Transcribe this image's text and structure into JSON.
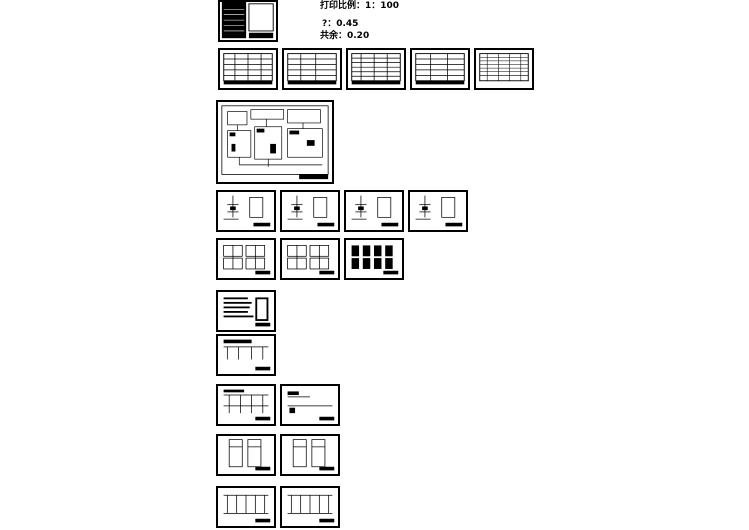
{
  "print_info": {
    "scale_line": "打印比例：1：100",
    "ratio_line": "?：0.45",
    "common_line": "共余：0.20"
  },
  "sheets": [
    {
      "kind": "cover-pair"
    },
    {
      "kind": "table"
    },
    {
      "kind": "table"
    },
    {
      "kind": "table"
    },
    {
      "kind": "table"
    },
    {
      "kind": "table-open"
    },
    {
      "kind": "system"
    },
    {
      "kind": "riser"
    },
    {
      "kind": "riser"
    },
    {
      "kind": "riser"
    },
    {
      "kind": "riser"
    },
    {
      "kind": "panel"
    },
    {
      "kind": "panel"
    },
    {
      "kind": "panel-dense"
    },
    {
      "kind": "notes"
    },
    {
      "kind": "legend"
    },
    {
      "kind": "wiring"
    },
    {
      "kind": "wiring-sparse"
    },
    {
      "kind": "cabinet"
    },
    {
      "kind": "cabinet"
    },
    {
      "kind": "bus"
    },
    {
      "kind": "bus"
    }
  ]
}
